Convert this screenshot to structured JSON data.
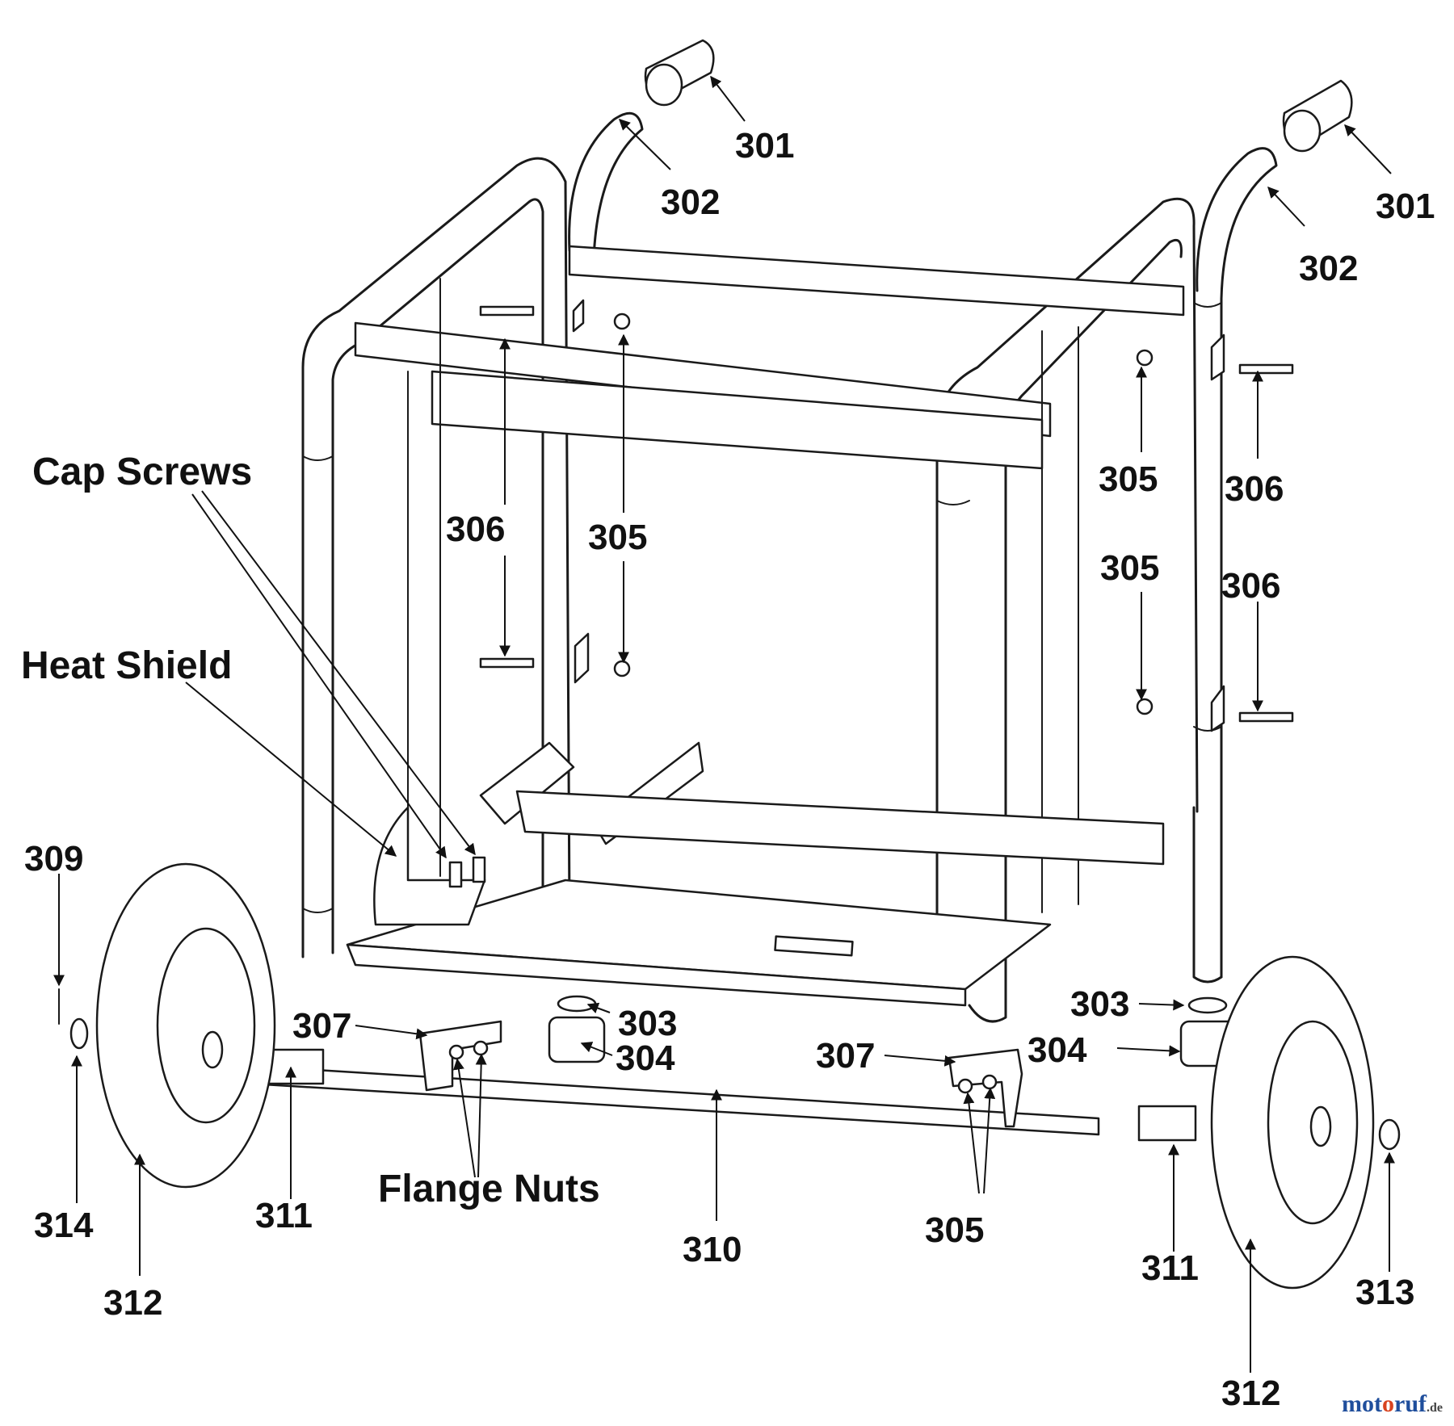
{
  "labels": {
    "cap_screws": "Cap Screws",
    "heat_shield": "Heat Shield",
    "flange_nuts": "Flange Nuts"
  },
  "parts": {
    "p301": "301",
    "p302": "302",
    "p303": "303",
    "p304": "304",
    "p305": "305",
    "p306": "306",
    "p307": "307",
    "p309": "309",
    "p310": "310",
    "p311": "311",
    "p312": "312",
    "p313": "313",
    "p314": "314"
  },
  "watermark": {
    "part1": "mot",
    "part2": "o",
    "part3": "ruf",
    "suffix": ".de"
  },
  "colors": {
    "line": "#1a1a1a",
    "watermark_blue": "#1f4e9c",
    "watermark_red": "#d8431f"
  }
}
